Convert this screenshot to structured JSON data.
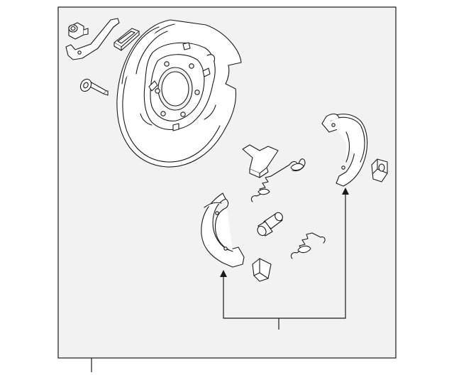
{
  "diagram": {
    "background": "#ffffff",
    "panel_fill": "#f2f2f2",
    "line_color": "#1a1a1a",
    "part_fill": "#ffffff",
    "components": [
      "backing-plate",
      "adjuster-bracket",
      "pivot-bushing",
      "retainer-clip",
      "mounting-bolt",
      "adjuster-plate",
      "upper-spring",
      "lower-spring",
      "adjuster-cylinder",
      "front-brake-shoe",
      "rear-brake-shoe",
      "retaining-pin",
      "anchor-clip"
    ]
  }
}
